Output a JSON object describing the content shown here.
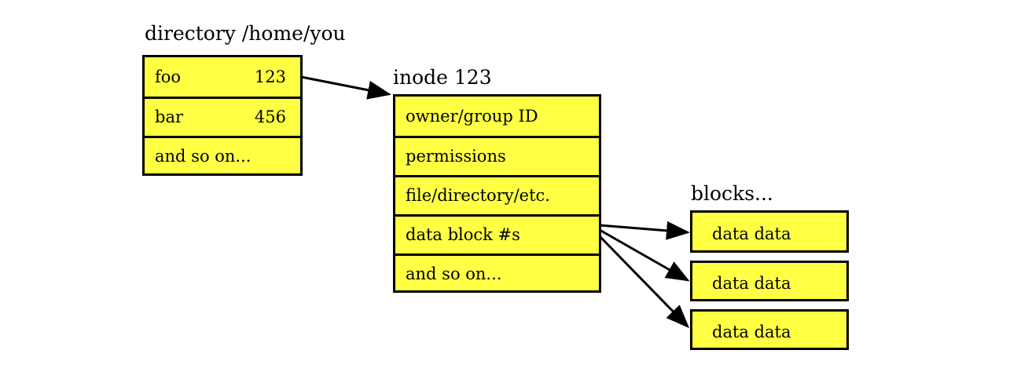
{
  "directory": {
    "title": "directory /home/you",
    "entries": [
      {
        "name": "foo",
        "inode": "123"
      },
      {
        "name": "bar",
        "inode": "456"
      },
      {
        "name": "and so on...",
        "inode": ""
      }
    ]
  },
  "inode": {
    "title": "inode 123",
    "fields": [
      "owner/group ID",
      "permissions",
      "file/directory/etc.",
      "data block #s",
      "and so on..."
    ]
  },
  "blocks": {
    "title": "blocks...",
    "items": [
      "data data",
      "data data",
      "data data"
    ]
  },
  "colors": {
    "box_fill": "#ffff44",
    "outline": "#000000",
    "background": "#ffffff"
  }
}
